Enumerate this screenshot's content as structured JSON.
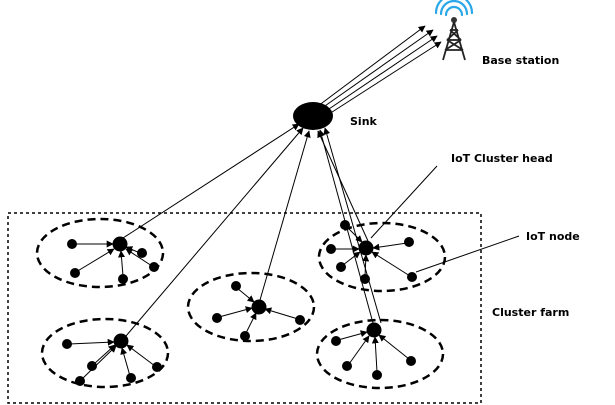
{
  "labels": {
    "base_station": "Base station",
    "sink": "Sink",
    "cluster_head": "IoT Cluster head",
    "iot_node": "IoT node",
    "cluster_farm": "Cluster farm"
  },
  "icons": {
    "base_station": "antenna-tower-icon",
    "sink": "sink-node-icon",
    "node": "sensor-node-icon"
  },
  "colors": {
    "antenna_signal": "#2aa7e8",
    "ink": "#000000"
  }
}
